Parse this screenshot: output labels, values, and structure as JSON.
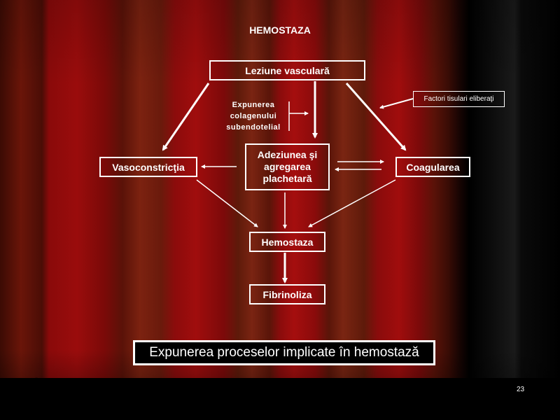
{
  "title": "HEMOSTAZA",
  "nodes": {
    "lesion": "Leziune vasculară",
    "vasoconstriction": "Vasoconstricţia",
    "adhesion": [
      "Adeziunea şi",
      "agregarea",
      "plachetară"
    ],
    "coagulation": "Coagularea",
    "hemostasis": "Hemostaza",
    "fibrinolysis": "Fibrinoliza"
  },
  "annotations": {
    "collagen": [
      "Expunerea",
      "colagenului",
      "subendotelial"
    ],
    "tissue_factors": "Factori tisulari eliberaţi"
  },
  "caption": "Expunerea proceselor implicate în hemostază",
  "page_number": "23",
  "colors": {
    "curtain_red": "#9a0c0c",
    "curtain_dark": "#4a0d06",
    "text": "#ffffff",
    "caption_bg": "#000000"
  }
}
